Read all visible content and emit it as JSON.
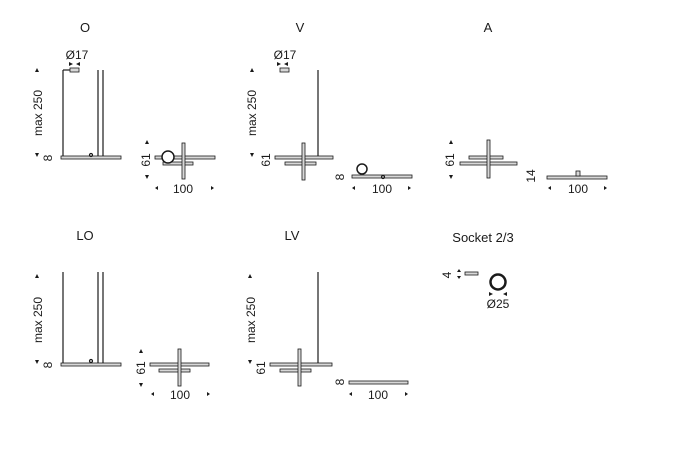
{
  "variants": [
    {
      "title": "O",
      "height_label": "max 250",
      "diameter_label": "Ø17",
      "base_label": "8",
      "depth_label": "61",
      "width_label": "100"
    },
    {
      "title": "V",
      "height_label": "max 250",
      "diameter_label": "Ø17",
      "depth_label": "61",
      "base_label": "8",
      "width_label": "100"
    },
    {
      "title": "A",
      "depth_label": "61",
      "base_label": "14",
      "width_label": "100"
    },
    {
      "title": "LO",
      "height_label": "max 250",
      "base_label": "8",
      "depth_label": "61",
      "width_label": "100"
    },
    {
      "title": "LV",
      "height_label": "max 250",
      "depth_label": "61",
      "base_label": "8",
      "width_label": "100"
    }
  ],
  "socket": {
    "title": "Socket 2/3",
    "height_label": "4",
    "diameter_label": "Ø25"
  }
}
